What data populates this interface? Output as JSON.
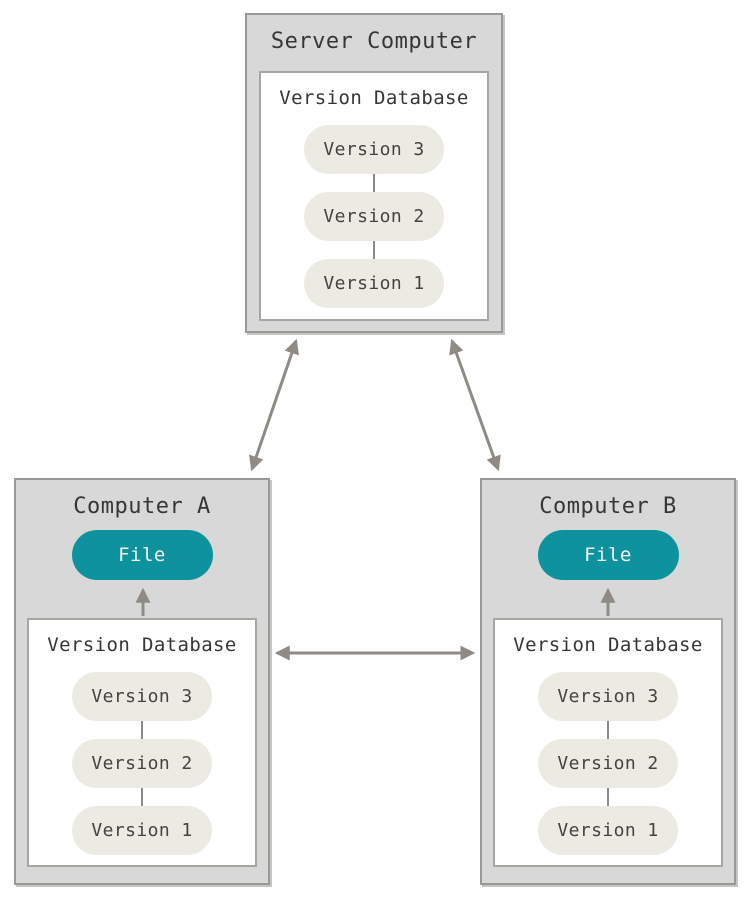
{
  "colors": {
    "canvas_bg": "#ffffff",
    "machine_fill": "#d8d8d8",
    "machine_border": "#9b9895",
    "db_fill": "#ffffff",
    "db_border": "#a9a6a2",
    "pill_fill": "#ecebe3",
    "pill_text": "#454240",
    "title_text": "#383634",
    "file_fill": "#0e939e",
    "file_text": "#f4f6f5",
    "arrow": "#8f8a84",
    "connector": "#8b8b8b"
  },
  "server": {
    "title": "Server Computer",
    "database": {
      "title": "Version Database",
      "versions": [
        "Version 3",
        "Version 2",
        "Version 1"
      ]
    }
  },
  "computer_a": {
    "title": "Computer A",
    "file_label": "File",
    "database": {
      "title": "Version Database",
      "versions": [
        "Version 3",
        "Version 2",
        "Version 1"
      ]
    }
  },
  "computer_b": {
    "title": "Computer B",
    "file_label": "File",
    "database": {
      "title": "Version Database",
      "versions": [
        "Version 3",
        "Version 2",
        "Version 1"
      ]
    }
  }
}
